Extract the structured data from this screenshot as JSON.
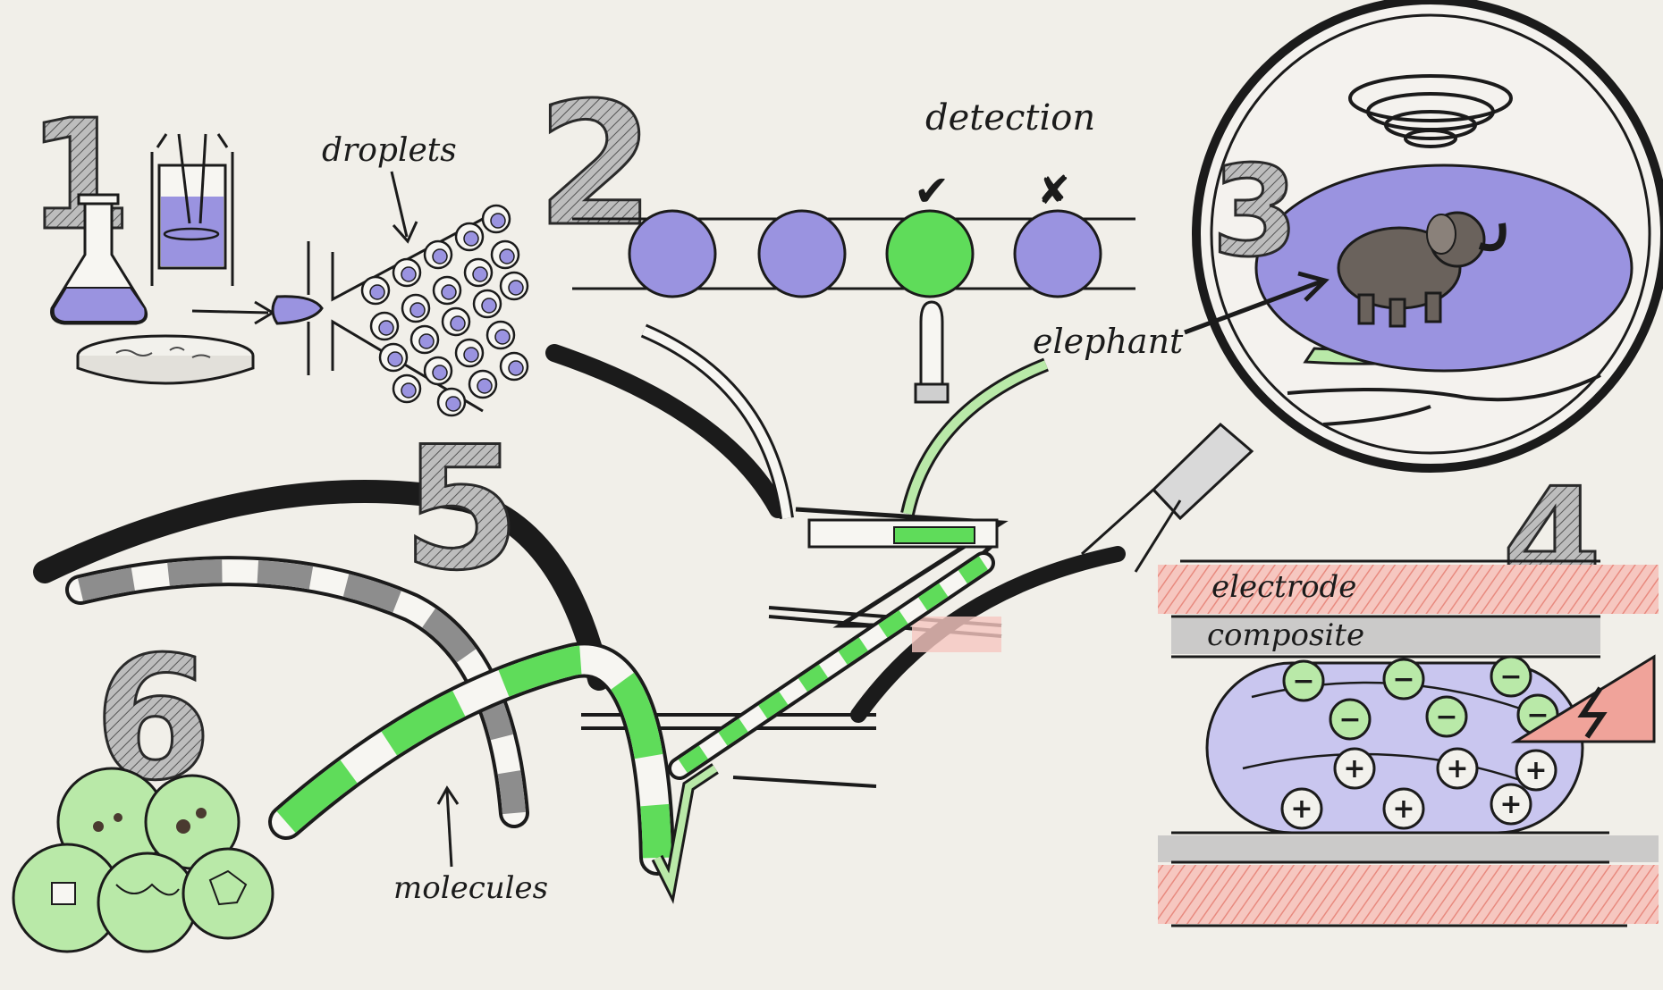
{
  "steps": {
    "s1": "1",
    "s2": "2",
    "s3": "3",
    "s4": "4",
    "s5": "5",
    "s6": "6"
  },
  "labels": {
    "droplets": "droplets",
    "detection": "detection",
    "elephant": "elephant",
    "electrode": "electrode",
    "composite": "composite",
    "molecules": "molecules",
    "minus": "−",
    "plus": "+",
    "check": "✔",
    "cross": "✘"
  },
  "colors": {
    "ink": "#1b1b1b",
    "purple": "#9a93e0",
    "green": "#5fdc5a",
    "light_green": "#b9e9a8",
    "gray": "#8d8d8d",
    "pink": "#f0a39a",
    "paper": "#f1efe9"
  }
}
